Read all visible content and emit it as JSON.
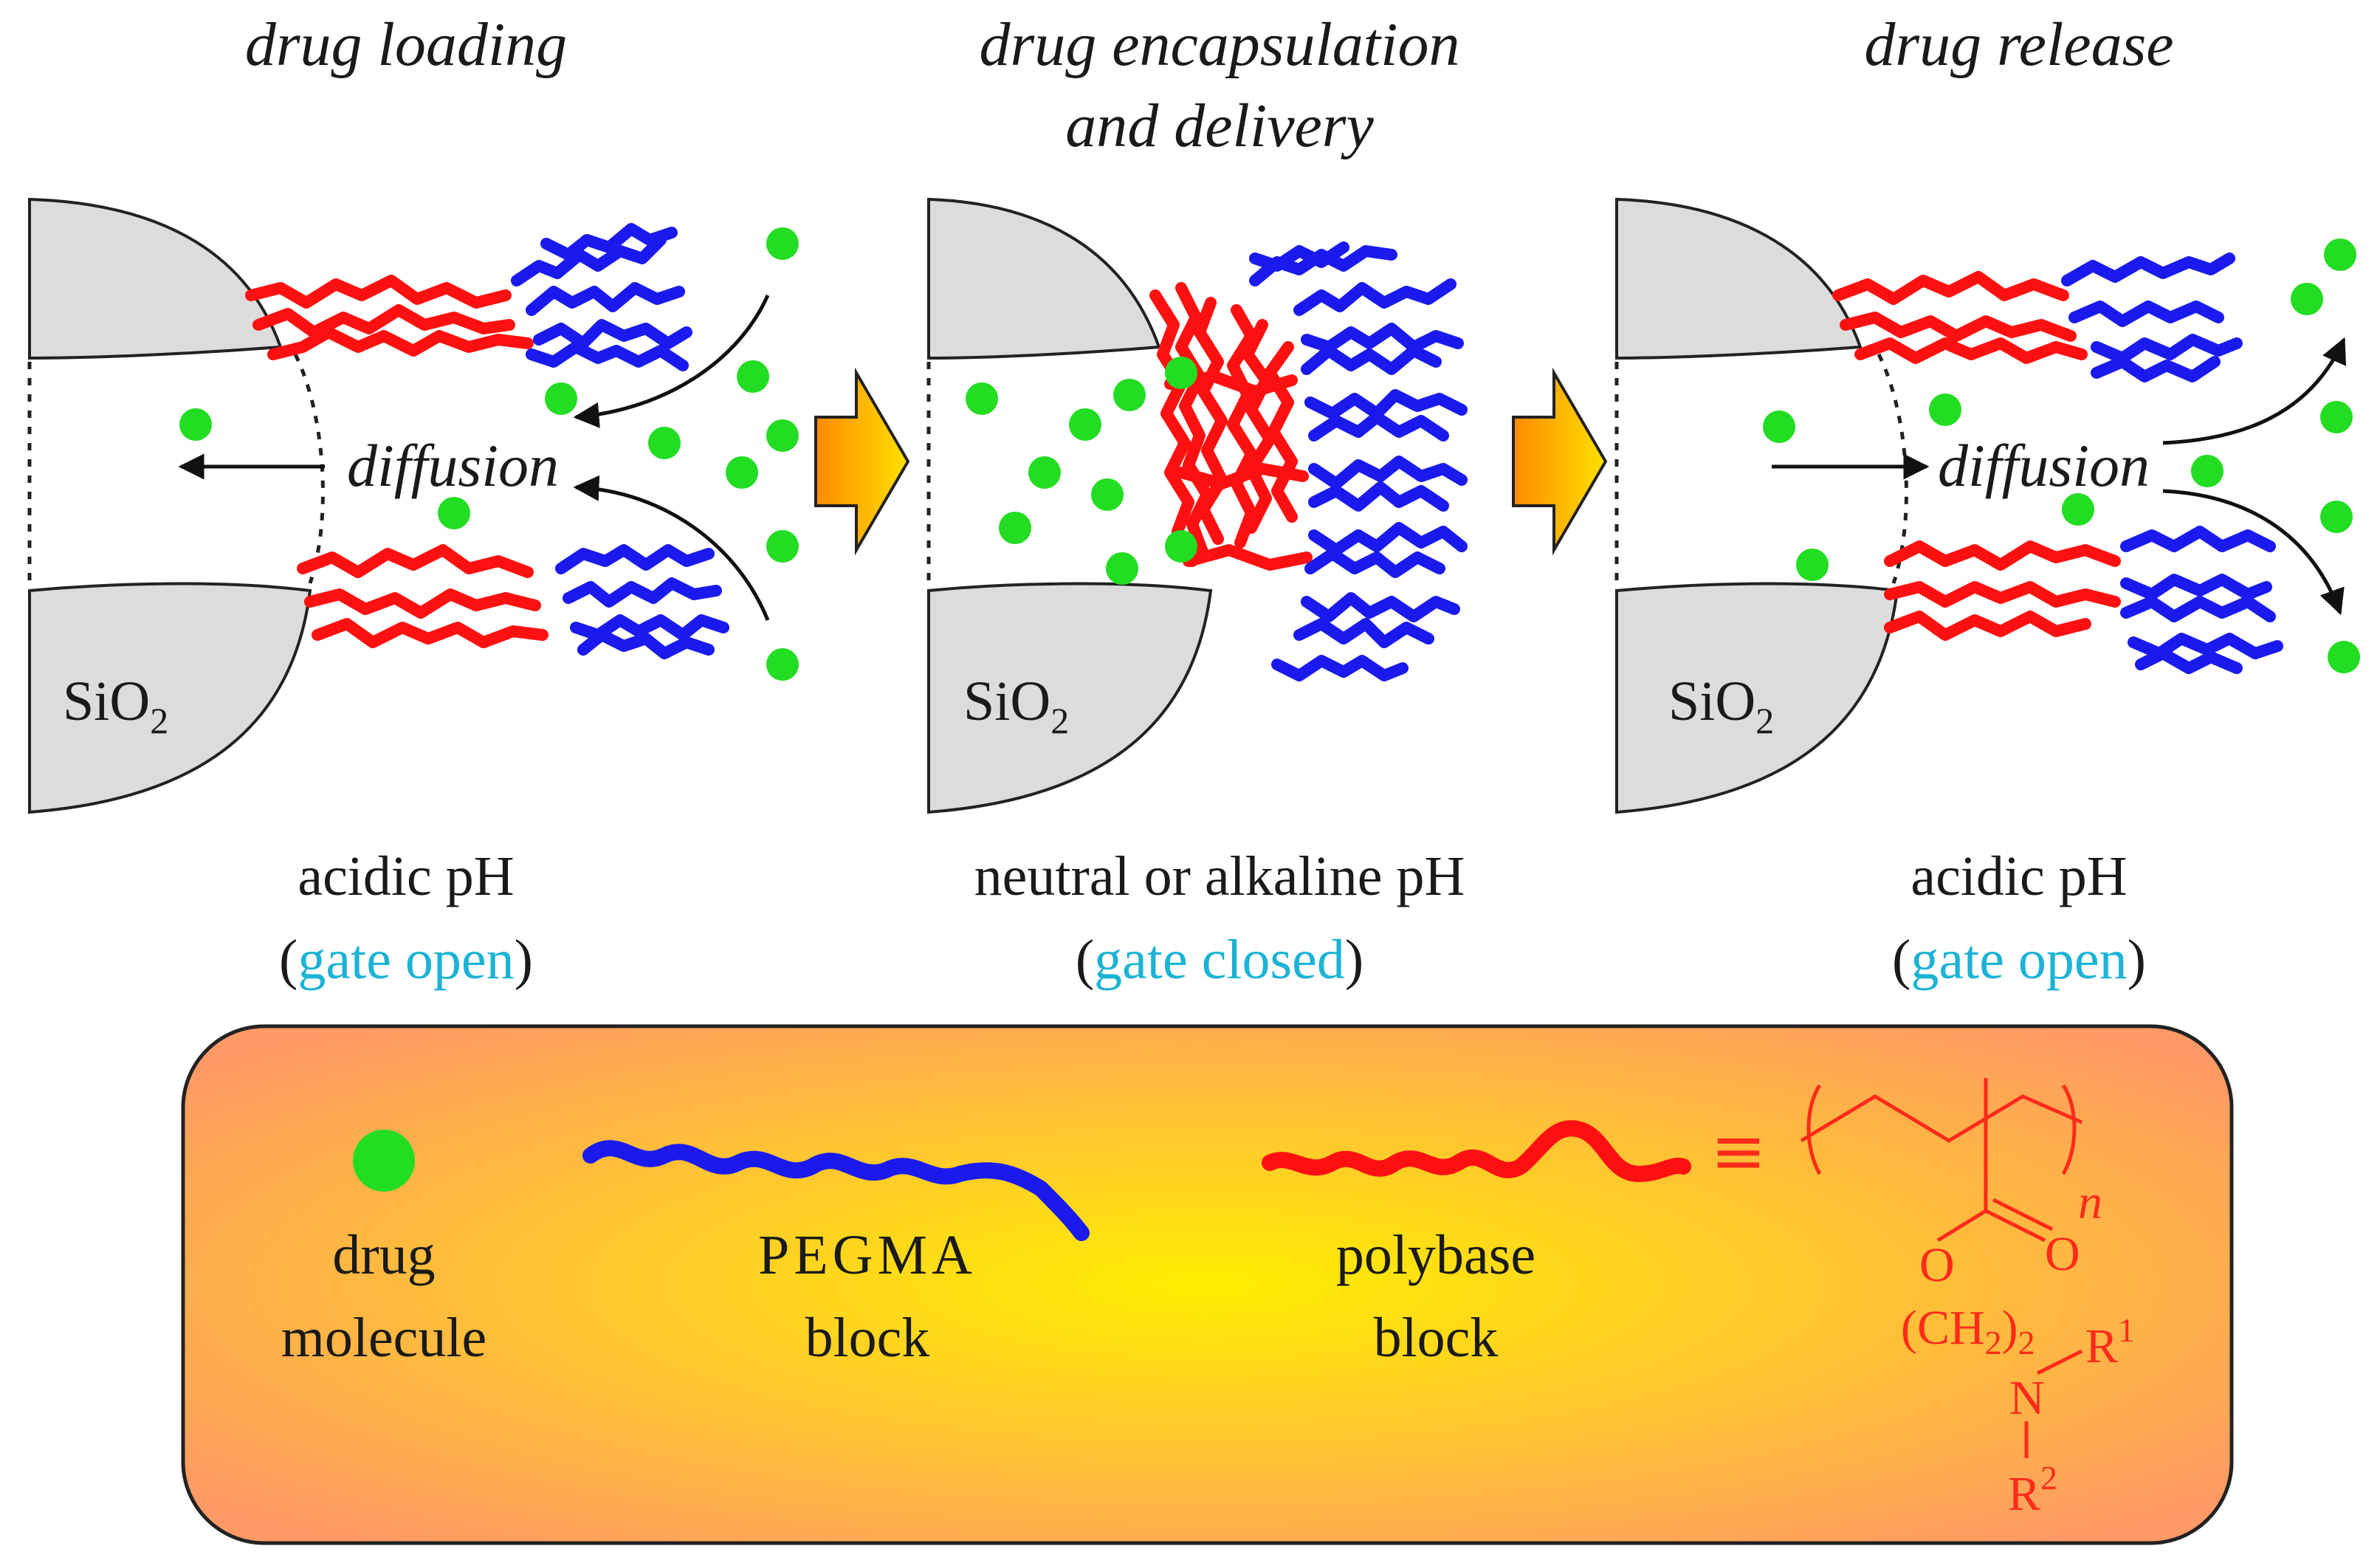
{
  "panels": [
    {
      "title_lines": [
        "drug loading"
      ],
      "condition": "acidic pH",
      "gate_prefix": "(",
      "gate_text": "gate open",
      "gate_suffix": ")",
      "substrate": "SiO",
      "substrate_sub": "2",
      "process_label": "diffusion"
    },
    {
      "title_lines": [
        "drug encapsulation",
        "and delivery"
      ],
      "condition": "neutral or alkaline pH",
      "gate_prefix": "(",
      "gate_text": "gate closed",
      "gate_suffix": ")",
      "substrate": "SiO",
      "substrate_sub": "2"
    },
    {
      "title_lines": [
        "drug release"
      ],
      "condition": "acidic pH",
      "gate_prefix": "(",
      "gate_text": "gate open",
      "gate_suffix": ")",
      "substrate": "SiO",
      "substrate_sub": "2",
      "process_label": "diffusion"
    }
  ],
  "legend": {
    "drug_label_lines": [
      "drug",
      "molecule"
    ],
    "pegma_label_lines": [
      "PEGMA",
      "block"
    ],
    "polybase_label_lines": [
      "polybase",
      "block"
    ],
    "equiv_symbol": "≡",
    "chem": {
      "n": "n",
      "o_left": "O",
      "o_right": "O",
      "ch2": "(CH",
      "ch2_sub": "2",
      "ch2_close": ")",
      "ch2_sub2": "2",
      "r1": "R",
      "r1_sup": "1",
      "n_atom": "N",
      "r2": "R",
      "r2_sup": "2"
    }
  },
  "colors": {
    "drug": "#22dd22",
    "pegma": "#1a1aee",
    "polybase": "#ff1010",
    "gate_text": "#1bb3d6",
    "legend_center": "#ffee00",
    "legend_edge": "#ff9966",
    "process_arrow": "#ffaa00"
  }
}
